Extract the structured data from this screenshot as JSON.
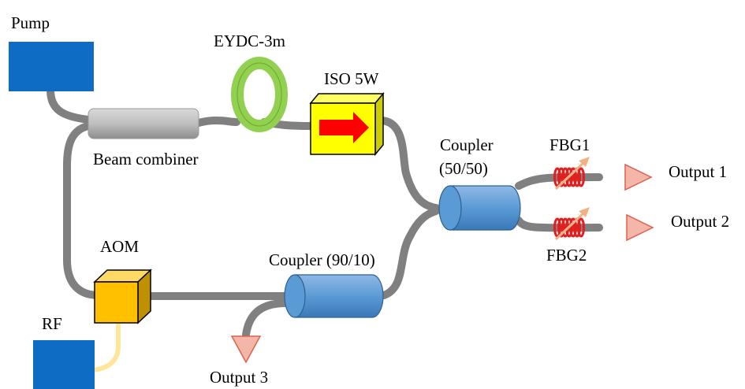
{
  "labels": {
    "pump": "Pump",
    "eydc": "EYDC-3m",
    "iso": "ISO 5W",
    "beam_combiner": "Beam combiner",
    "coupler_5050_line1": "Coupler",
    "coupler_5050_line2": "(50/50)",
    "fbg1": "FBG1",
    "fbg2": "FBG2",
    "output1": "Output 1",
    "output2": "Output 2",
    "output3": "Output 3",
    "aom": "AOM",
    "rf": "RF",
    "coupler_9010": "Coupler (90/10)"
  },
  "colors": {
    "fiber": "#808080",
    "source_box": "#0f6cc4",
    "coupler": "#5b9bd5",
    "fiber_coil": "#92d050",
    "isolator": "#ffff00",
    "isolator_arrow": "#ff0000",
    "aom": "#ffc000",
    "rf_cable": "#ffe699",
    "fbg": "#e02020",
    "output_triangle": "#f4b6a8"
  }
}
